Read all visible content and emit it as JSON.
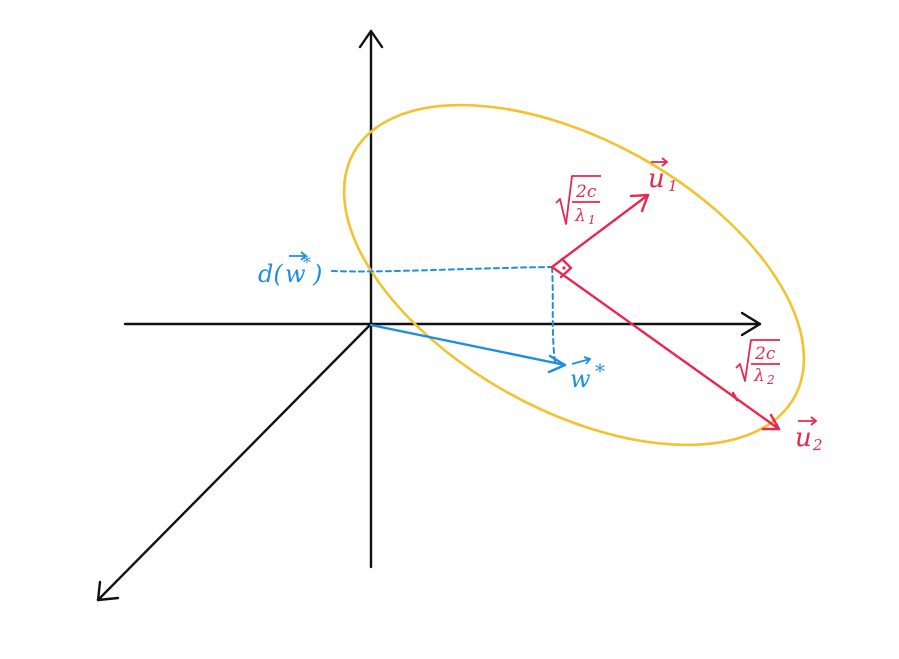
{
  "figure": {
    "colors": {
      "axes": "#111111",
      "ellipse": "#f2c230",
      "eigen": "#e8284f",
      "weight": "#1e8fe0"
    },
    "labels": {
      "u1": "u",
      "u1_sub": "1",
      "u2": "u",
      "u2_sub": "2",
      "sqrt1_num": "2c",
      "sqrt1_den": "λ",
      "sqrt1_den_sub": "1",
      "sqrt2_num": "2c",
      "sqrt2_den": "λ",
      "sqrt2_den_sub": "2",
      "w_star": "w",
      "w_star_sup": "*",
      "dw_func": "d(",
      "dw_arg": "w",
      "dw_sup": "*",
      "dw_close": ")"
    }
  }
}
